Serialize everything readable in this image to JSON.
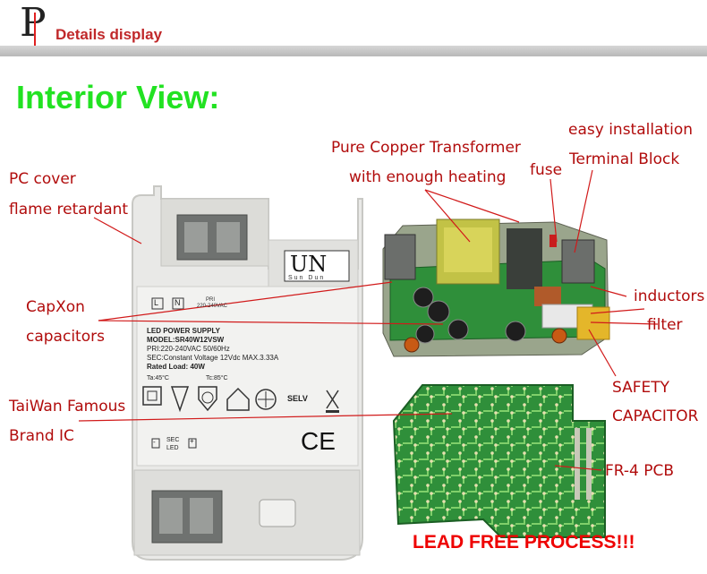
{
  "header": {
    "logo_letter": "P",
    "title": "Details display"
  },
  "heading": "Interior View:",
  "device_label": {
    "brand": "UN",
    "brand_sub": "Sun Dun",
    "terminal_l": "L",
    "terminal_n": "N",
    "pri_small": "PRI",
    "voltage_small": "220-240VAC",
    "line1": "LED POWER SUPPLY",
    "line2": "MODEL:SR40W12VSW",
    "line3": "PRI:220-240VAC 50/60Hz",
    "line4": "SEC:Constant Voltage 12Vdc MAX.3.33A",
    "line5": "Rated Load: 40W",
    "ta": "Ta:45°C",
    "tc": "Tc:85°C",
    "selv": "SELV",
    "ce": "CE",
    "sec_top": "SEC",
    "sec_bottom": "LED",
    "minus": "-",
    "plus": "+"
  },
  "callouts": {
    "pc_cover": "PC cover",
    "flame": "flame retardant",
    "transformer1": "Pure Copper Transformer",
    "transformer2": "with enough heating",
    "fuse": "fuse",
    "easy": "easy installation",
    "terminal": "Terminal Block",
    "capxon": "CapXon",
    "capacitors": "capacitors",
    "inductors": "inductors",
    "filter": "filter",
    "safety1": "SAFETY",
    "safety2": "CAPACITOR",
    "taiwan": "TaiWan Famous",
    "brand_ic": "Brand IC",
    "fr4": "FR-4 PCB"
  },
  "footer_text": "LEAD FREE PROCESS!!!",
  "colors": {
    "heading": "#22e222",
    "callout": "#b10c0c",
    "lead": "#ee0000",
    "header_title": "#c0282a",
    "pcb_green": "#2f8f3a"
  }
}
